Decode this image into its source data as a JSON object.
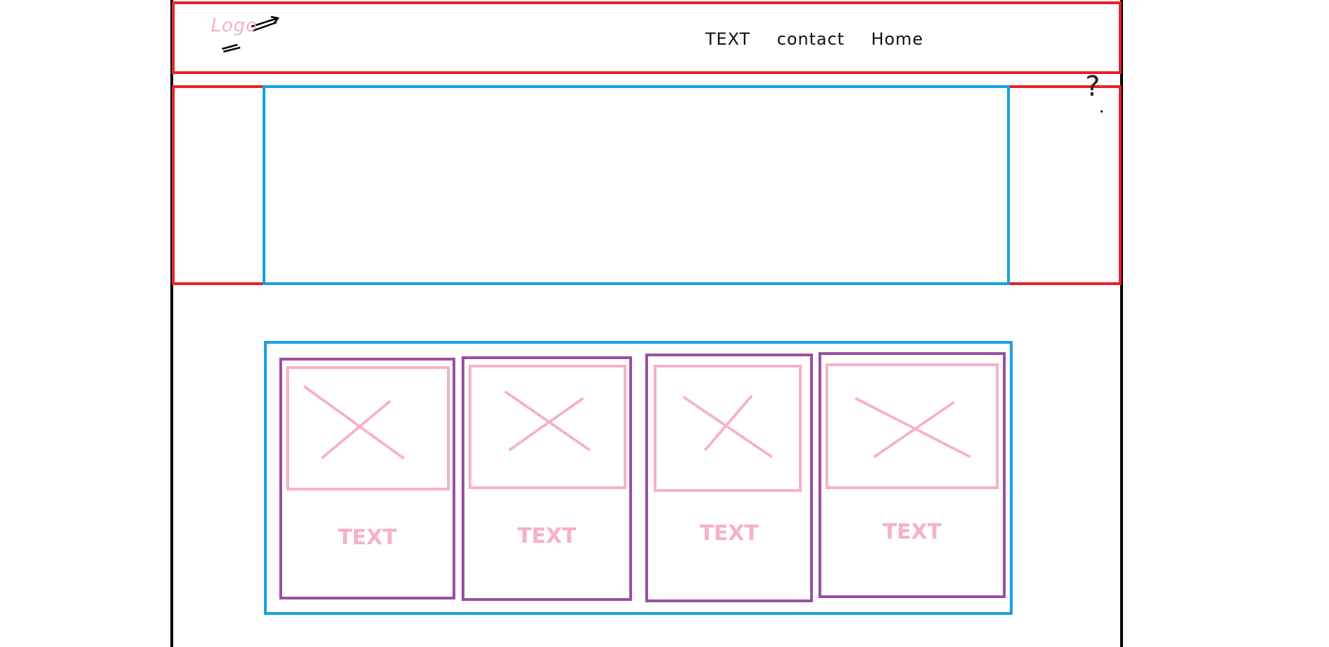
{
  "header": {
    "logo_text": "Logo",
    "nav": [
      "TEXT",
      "contact",
      "Home"
    ]
  },
  "hero": {
    "annotation": "?"
  },
  "cards": [
    {
      "text": "TEXT"
    },
    {
      "text": "TEXT"
    },
    {
      "text": "TEXT"
    },
    {
      "text": "TEXT"
    }
  ],
  "colors": {
    "section_outline": "#e8202a",
    "container_outline": "#1aa0dc",
    "card_outline": "#9b4da4",
    "placeholder": "#f6b0cc",
    "page_frame": "#000000"
  },
  "icons": {
    "image_placeholder": "crossed-box-icon",
    "logo_arrow": "arrow-icon"
  }
}
